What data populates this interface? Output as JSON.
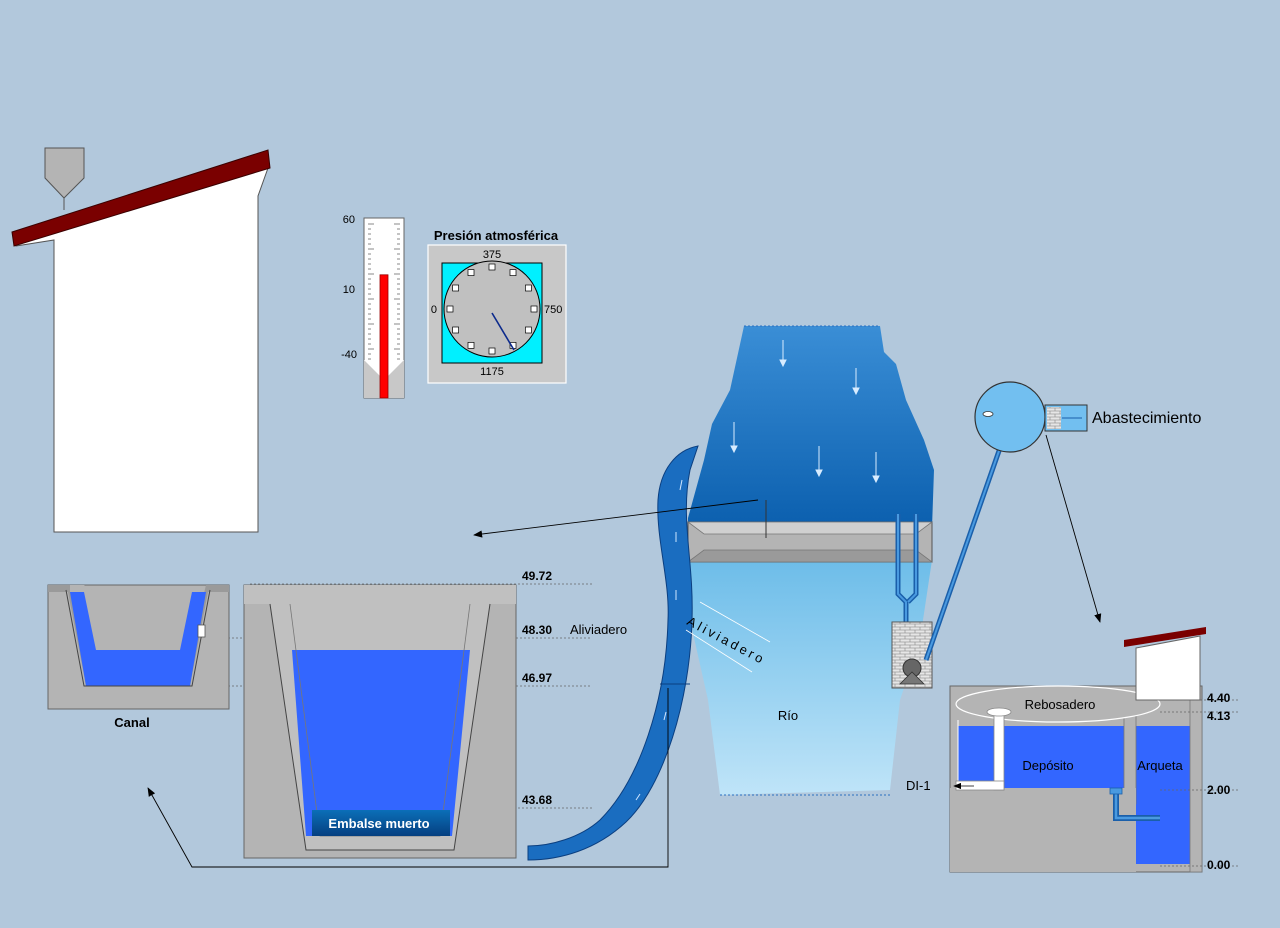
{
  "thermometer": {
    "ticks": [
      "60",
      "10",
      "-40"
    ],
    "level": 0.7
  },
  "pressure": {
    "title": "Presión atmosférica",
    "labels": {
      "top": "375",
      "left": "0",
      "right": "750",
      "bottom": "1175"
    }
  },
  "levels": {
    "l1": "49.72",
    "l2": "48.30",
    "l3": "46.97",
    "l4": "43.68"
  },
  "labels": {
    "aliviadero": "Aliviadero",
    "canal": "Canal",
    "embalse_muerto": "Embalse muerto",
    "aliviadero_diag": "Aliviadero",
    "rio": "Río",
    "abastecimiento": "Abastecimiento",
    "rebosadero": "Rebosadero",
    "deposito": "Depósito",
    "arqueta": "Arqueta",
    "di1": "DI-1"
  },
  "tank_levels": {
    "t1": "4.40",
    "t2": "4.13",
    "t3": "2.00",
    "t4": "0.00"
  },
  "colors": {
    "background": "#b2c8dc",
    "water": "#3366ff",
    "reservoir_dark": "#0c64b4",
    "reservoir_light": "#72c2ec",
    "concrete": "#b4b4b4",
    "roof": "#7a0000",
    "dial_bg": "#00f0ff"
  }
}
